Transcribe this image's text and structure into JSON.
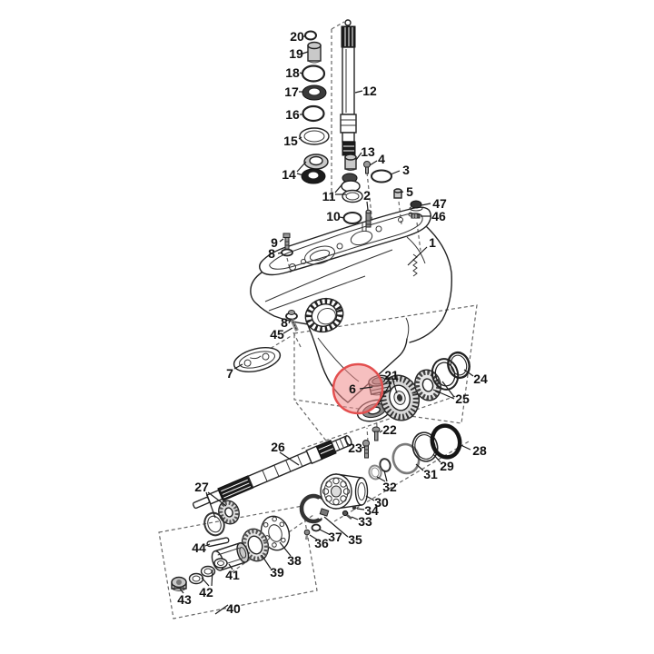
{
  "diagram": {
    "type": "exploded-parts-diagram",
    "subject": "sterndrive-gearcase-assembly",
    "background_color": "#ffffff",
    "line_color": "#222222",
    "highlight": {
      "part": "6",
      "fill": "#ef8a8a",
      "stroke": "#e34f4f"
    }
  },
  "labels": {
    "p1": "1",
    "p2": "2",
    "p3": "3",
    "p4": "4",
    "p5": "5",
    "p6": "6",
    "p7": "7",
    "p8a": "8",
    "p8b": "8",
    "p9": "9",
    "p10": "10",
    "p11": "11",
    "p12": "12",
    "p13": "13",
    "p14": "14",
    "p15": "15",
    "p16": "16",
    "p17": "17",
    "p18": "18",
    "p19": "19",
    "p20": "20",
    "p21": "21",
    "p22": "22",
    "p23": "23",
    "p24": "24",
    "p25": "25",
    "p26": "26",
    "p27": "27",
    "p28": "28",
    "p29": "29",
    "p30": "30",
    "p31": "31",
    "p32": "32",
    "p33": "33",
    "p34": "34",
    "p35": "35",
    "p36": "36",
    "p37": "37",
    "p38": "38",
    "p39": "39",
    "p40": "40",
    "p41": "41",
    "p42": "42",
    "p43": "43",
    "p44": "44",
    "p45": "45",
    "p46": "46",
    "p47": "47"
  }
}
